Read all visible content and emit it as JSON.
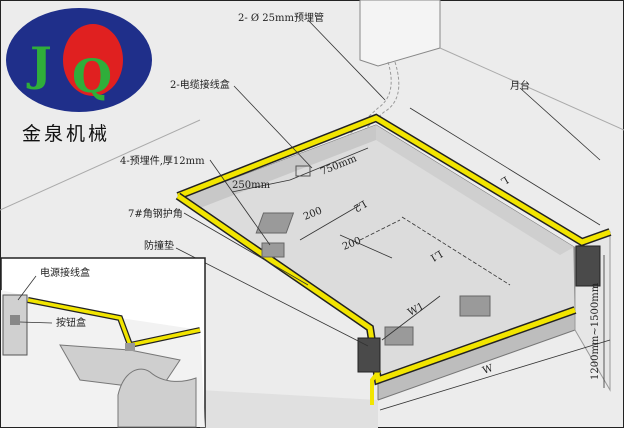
{
  "logo": {
    "mark_j": "J",
    "mark_q": "Q",
    "brand_name": "金泉机械",
    "colors": {
      "oval": "#1f2f8a",
      "j": "#2fae3a",
      "q": "#2fae3a",
      "dot": "#e02020"
    }
  },
  "labels": {
    "conduit": "2- Ø 25mm预埋管",
    "junction_box": "2-电缆接线盒",
    "platform": "月台",
    "embedded_plate": "4-预埋件,厚12mm",
    "angle_steel": "7#角钢护角",
    "bumper": "防撞垫",
    "power_box": "电源接线盒",
    "button_box": "按钮盒"
  },
  "dimensions": {
    "d250": "250mm",
    "d750": "750mm",
    "l2": "L2",
    "d200a": "200",
    "d200b": "200",
    "l1": "L1",
    "l": "L",
    "w1": "W1",
    "w": "W",
    "height_range": "1200mm~1500mm"
  },
  "colors": {
    "edge_yellow": "#f2e500",
    "pit_gray": "#d9d9d9",
    "floor": "#ececec"
  }
}
